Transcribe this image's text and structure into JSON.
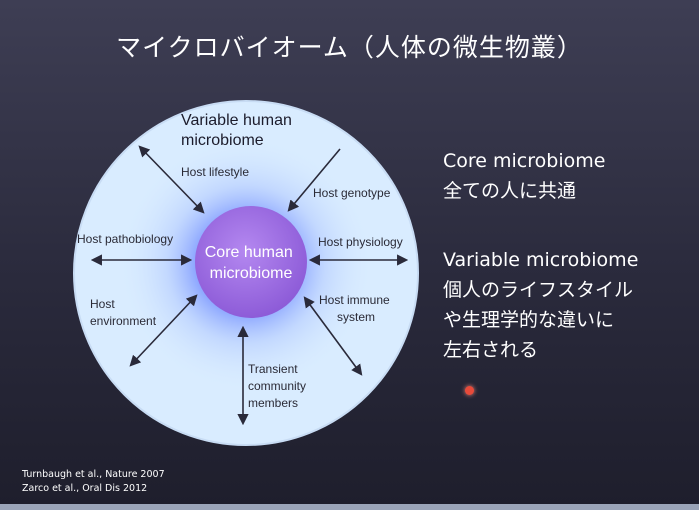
{
  "title": "マイクロバイオーム（人体の微生物叢）",
  "diagram": {
    "outer_label": [
      "Variable human",
      "microbiome"
    ],
    "core_label": [
      "Core human",
      "microbiome"
    ],
    "factors": {
      "lifestyle": [
        "Host lifestyle"
      ],
      "genotype": [
        "Host genotype"
      ],
      "pathobiology": [
        "Host pathobiology"
      ],
      "physiology": [
        "Host physiology"
      ],
      "environment": [
        "Host",
        "environment"
      ],
      "immune": [
        "Host immune",
        "system"
      ],
      "transient": [
        "Transient",
        "community",
        "members"
      ]
    },
    "colors": {
      "outer_circle": "#d9ecff",
      "glow": "#3b5bff",
      "core_circle": "#9a6ae0",
      "arrow": "#2a2a3a"
    }
  },
  "right_panel": {
    "core": {
      "heading": "Core microbiome",
      "desc": "全ての人に共通"
    },
    "variable": {
      "heading": "Variable microbiome",
      "lines": [
        "個人のライフスタイル",
        "や生理学的な違いに",
        "左右される"
      ]
    }
  },
  "citations": [
    "Turnbaugh et al., Nature 2007",
    "Zarco et al., Oral Dis 2012"
  ]
}
